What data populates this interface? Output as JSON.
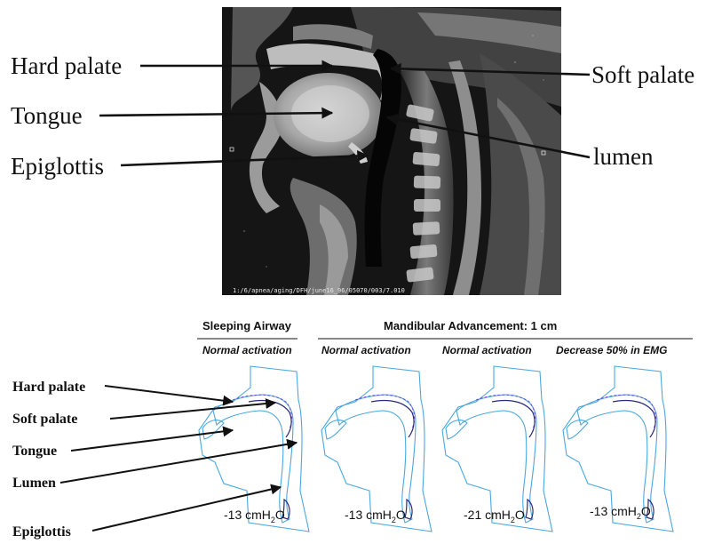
{
  "mri": {
    "labels_left": [
      "Hard palate",
      "Tongue",
      "Epiglottis"
    ],
    "labels_right": [
      "Soft palate",
      "lumen"
    ],
    "caption": "1:/6/apnea/aging/DFH/june16_96/05070/003/7.010"
  },
  "models": {
    "header_sleeping": "Sleeping Airway",
    "header_mandibular": "Mandibular Advancement: 1 cm",
    "conditions": [
      "Normal activation",
      "Normal activation",
      "Normal activation",
      "Decrease 50% in EMG"
    ],
    "pressures": [
      {
        "value": "-13 cmH",
        "sub": "2",
        "unit": "O"
      },
      {
        "value": "-13 cmH",
        "sub": "2",
        "unit": "O"
      },
      {
        "value": "-21 cmH",
        "sub": "2",
        "unit": "O"
      },
      {
        "value": "-13 cmH",
        "sub": "2",
        "unit": "O"
      }
    ],
    "labels": [
      "Hard palate",
      "Soft palate",
      "Tongue",
      "Lumen",
      "Epiglottis"
    ]
  },
  "colors": {
    "outline_blue": "#4aa8e0",
    "outline_purple": "#6a4fd0",
    "outline_dark": "#2a2a7a"
  }
}
